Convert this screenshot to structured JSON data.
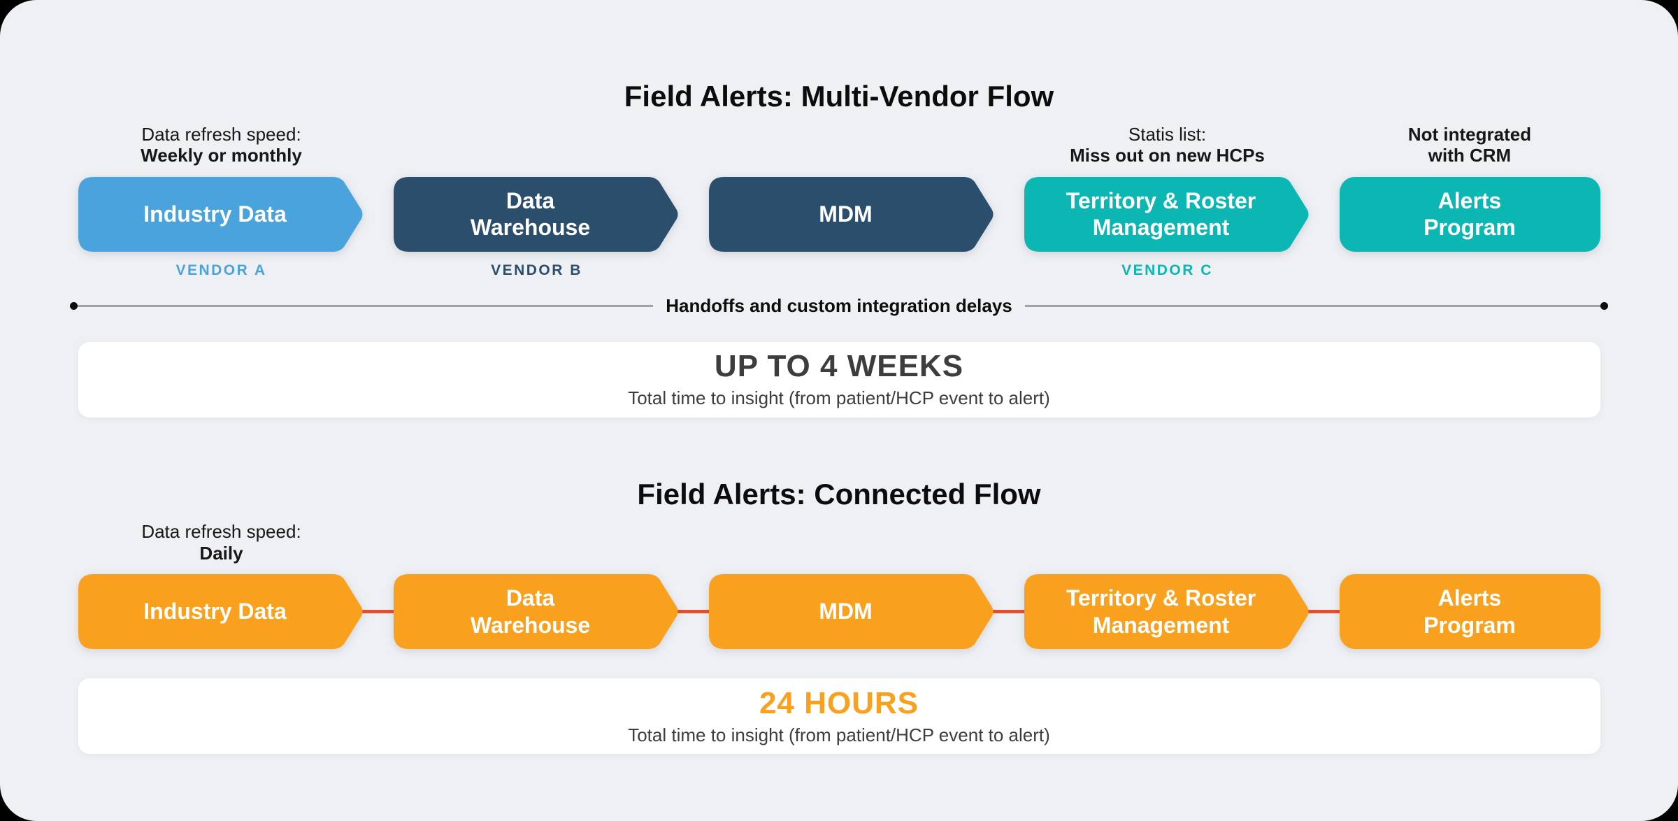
{
  "page": {
    "bg_color": "#000000",
    "card_color": "#EEF0F4"
  },
  "flow_top": {
    "title": "Field Alerts: Multi-Vendor Flow",
    "annotations": [
      {
        "line1": "Data refresh speed:",
        "line2": "Weekly or monthly"
      },
      {
        "line1": "Statis list:",
        "line2": "Miss out on new HCPs"
      },
      {
        "line1": "Not integrated",
        "line2": "with CRM"
      }
    ],
    "steps": [
      {
        "label1": "Industry Data",
        "label2": "",
        "color": "#4AA3DC"
      },
      {
        "label1": "Data",
        "label2": "Warehouse",
        "color": "#2B4E6D"
      },
      {
        "label1": "MDM",
        "label2": "",
        "color": "#2B4E6D"
      },
      {
        "label1": "Territory & Roster",
        "label2": "Management",
        "color": "#0CB7B3"
      },
      {
        "label1": "Alerts",
        "label2": "Program",
        "color": "#0CB7B3"
      }
    ],
    "vendors": [
      {
        "label": "VENDOR A",
        "color": "#4AA3DC"
      },
      {
        "label": "VENDOR B",
        "color": "#2B4E6D"
      },
      {
        "label": "VENDOR C",
        "color": "#0CB7B3"
      }
    ],
    "timeline_label": "Handoffs and custom integration delays",
    "result": {
      "heading": "UP TO 4 WEEKS",
      "heading_color": "#3D3D3D",
      "subheading": "Total time to insight (from patient/HCP event to alert)"
    }
  },
  "flow_bottom": {
    "title": "Field Alerts: Connected Flow",
    "annotation": {
      "line1": "Data refresh speed:",
      "line2": "Daily"
    },
    "connector_color": "#E4512F",
    "steps": [
      {
        "label1": "Industry Data",
        "label2": "",
        "color": "#F9A01F"
      },
      {
        "label1": "Data",
        "label2": "Warehouse",
        "color": "#F9A01F"
      },
      {
        "label1": "MDM",
        "label2": "",
        "color": "#F9A01F"
      },
      {
        "label1": "Territory & Roster",
        "label2": "Management",
        "color": "#F9A01F"
      },
      {
        "label1": "Alerts",
        "label2": "Program",
        "color": "#F9A01F"
      }
    ],
    "result": {
      "heading": "24 HOURS",
      "heading_color": "#F9A01F",
      "subheading": "Total time to insight (from patient/HCP event to alert)"
    }
  }
}
